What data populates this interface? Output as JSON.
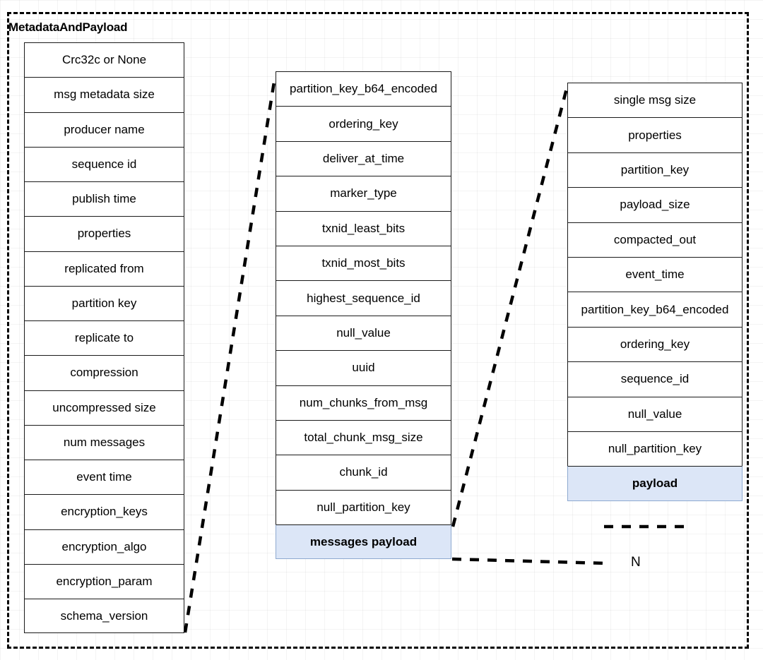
{
  "diagram": {
    "title": "MetadataAndPayload",
    "repeat_label": "N",
    "colors": {
      "payload_fill": "#dce6f7",
      "payload_border": "#8ea9d0",
      "box_border": "#1a1a1a",
      "frame_border": "#000000",
      "background": "#ffffff"
    },
    "columns": [
      {
        "id": "metadata-and-payload-stack",
        "name": "message-metadata-stack",
        "fields": [
          {
            "label": "Crc32c or None",
            "highlight": false
          },
          {
            "label": "msg metadata size",
            "highlight": false
          },
          {
            "label": "producer name",
            "highlight": false
          },
          {
            "label": "sequence id",
            "highlight": false
          },
          {
            "label": "publish time",
            "highlight": false
          },
          {
            "label": "properties",
            "highlight": false
          },
          {
            "label": "replicated from",
            "highlight": false
          },
          {
            "label": "partition key",
            "highlight": false
          },
          {
            "label": "replicate to",
            "highlight": false
          },
          {
            "label": "compression",
            "highlight": false
          },
          {
            "label": "uncompressed size",
            "highlight": false
          },
          {
            "label": "num messages",
            "highlight": false
          },
          {
            "label": "event time",
            "highlight": false
          },
          {
            "label": "encryption_keys",
            "highlight": false
          },
          {
            "label": "encryption_algo",
            "highlight": false
          },
          {
            "label": "encryption_param",
            "highlight": false
          },
          {
            "label": "schema_version",
            "highlight": false
          }
        ]
      },
      {
        "id": "message-metadata-continued-stack",
        "name": "message-metadata-extended-stack",
        "fields": [
          {
            "label": "partition_key_b64_encoded",
            "highlight": false
          },
          {
            "label": "ordering_key",
            "highlight": false
          },
          {
            "label": "deliver_at_time",
            "highlight": false
          },
          {
            "label": "marker_type",
            "highlight": false
          },
          {
            "label": "txnid_least_bits",
            "highlight": false
          },
          {
            "label": "txnid_most_bits",
            "highlight": false
          },
          {
            "label": "highest_sequence_id",
            "highlight": false
          },
          {
            "label": "null_value",
            "highlight": false
          },
          {
            "label": "uuid",
            "highlight": false
          },
          {
            "label": "num_chunks_from_msg",
            "highlight": false
          },
          {
            "label": "total_chunk_msg_size",
            "highlight": false
          },
          {
            "label": "chunk_id",
            "highlight": false
          },
          {
            "label": "null_partition_key",
            "highlight": false
          },
          {
            "label": "messages payload",
            "highlight": true
          }
        ]
      },
      {
        "id": "single-message-metadata-stack",
        "name": "single-message-metadata-stack",
        "fields": [
          {
            "label": "single msg size",
            "highlight": false
          },
          {
            "label": "properties",
            "highlight": false
          },
          {
            "label": "partition_key",
            "highlight": false
          },
          {
            "label": "payload_size",
            "highlight": false
          },
          {
            "label": "compacted_out",
            "highlight": false
          },
          {
            "label": "event_time",
            "highlight": false
          },
          {
            "label": "partition_key_b64_encoded",
            "highlight": false
          },
          {
            "label": "ordering_key",
            "highlight": false
          },
          {
            "label": "sequence_id",
            "highlight": false
          },
          {
            "label": "null_value",
            "highlight": false
          },
          {
            "label": "null_partition_key",
            "highlight": false
          },
          {
            "label": "payload",
            "highlight": true
          }
        ]
      }
    ]
  }
}
